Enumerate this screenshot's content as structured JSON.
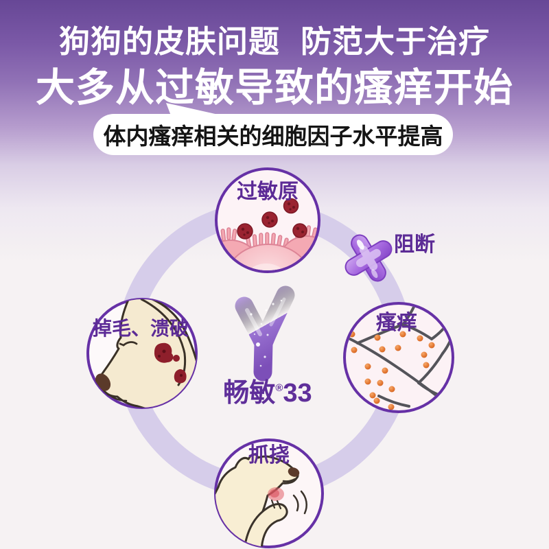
{
  "header": {
    "line1_left": "狗狗的皮肤问题",
    "line1_right": "防范大于治疗",
    "line2": "大多从过敏导致的瘙痒开始"
  },
  "bubble": {
    "text": "体内瘙痒相关的细胞因子水平提高"
  },
  "cycle": {
    "allergen_label": "过敏原",
    "block_label": "阻断",
    "itch_label": "瘙痒",
    "scratch_label": "抓挠",
    "damage_label": "掉毛、溃破"
  },
  "product": {
    "brand": "畅敏",
    "registered_mark": "®",
    "number": "33"
  },
  "colors": {
    "header_gradient_top": "#674796",
    "background_bottom": "#f6f2f3",
    "accent_purple_text": "#5c2b96",
    "circle_border": "#6631a6",
    "ring": "#d6cdea",
    "antibody_purple": "#8a5fc8",
    "allergen_red": "#9a2331",
    "nerve_gray": "#54545a",
    "itch_dot_orange": "#e2752f",
    "dog_cream": "#f7ecd2",
    "sore_red": "#8e1f2b"
  }
}
